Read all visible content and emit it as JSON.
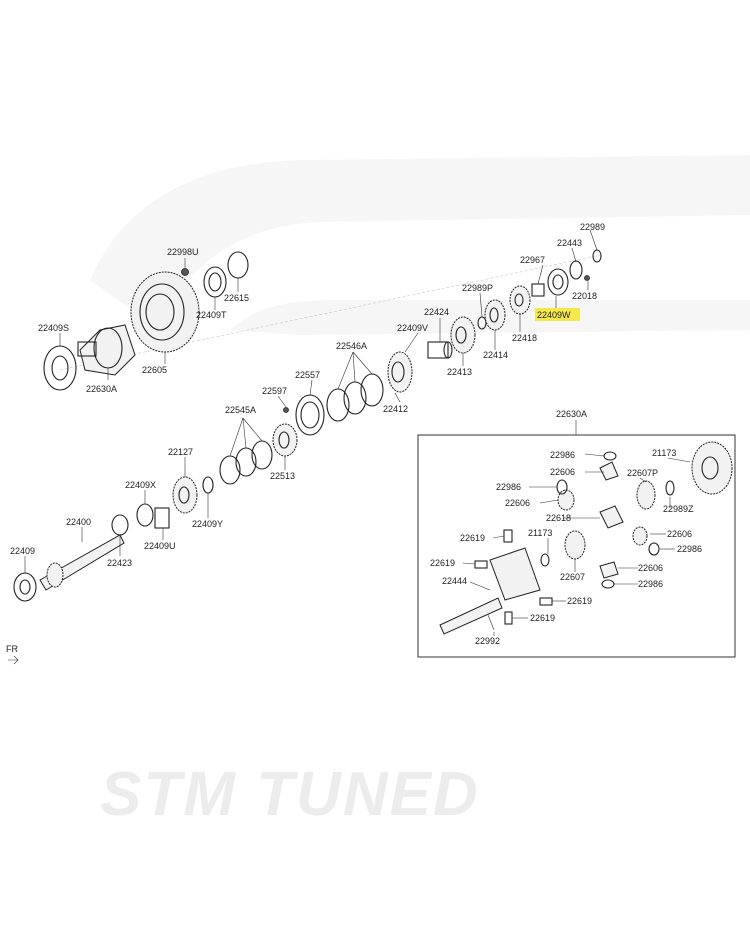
{
  "watermark": {
    "text": "STM TUNED",
    "color": "#ececec"
  },
  "highlight_color": "#f5e84a",
  "direction_label": "FR",
  "inset_title": "22630A",
  "labels": {
    "p22989": "22989",
    "p22443": "22443",
    "p22967": "22967",
    "p22018": "22018",
    "p22409W": "22409W",
    "p22998U": "22998U",
    "p22615": "22615",
    "p22409T": "22409T",
    "p22989P": "22989P",
    "p22424": "22424",
    "p22409V": "22409V",
    "p22414": "22414",
    "p22418": "22418",
    "p22413": "22413",
    "p22409S": "22409S",
    "p22605": "22605",
    "p22630A": "22630A",
    "p22546A": "22546A",
    "p22557": "22557",
    "p22597": "22597",
    "p22412": "22412",
    "p22545A": "22545A",
    "p22513": "22513",
    "p22127": "22127",
    "p22409X": "22409X",
    "p22400": "22400",
    "p22409Y": "22409Y",
    "p22409U": "22409U",
    "p22423": "22423",
    "p22409": "22409",
    "i22986a": "22986",
    "i22606a": "22606",
    "i21173a": "21173",
    "i22607P": "22607P",
    "i22986b": "22986",
    "i22606b": "22606",
    "i22618": "22618",
    "i22989Z": "22989Z",
    "i22619a": "22619",
    "i21173b": "21173",
    "i22606c": "22606",
    "i22986c": "22986",
    "i22619b": "22619",
    "i22607": "22607",
    "i22606d": "22606",
    "i22444": "22444",
    "i22986d": "22986",
    "i22619c": "22619",
    "i22619d": "22619",
    "i22992": "22992"
  }
}
